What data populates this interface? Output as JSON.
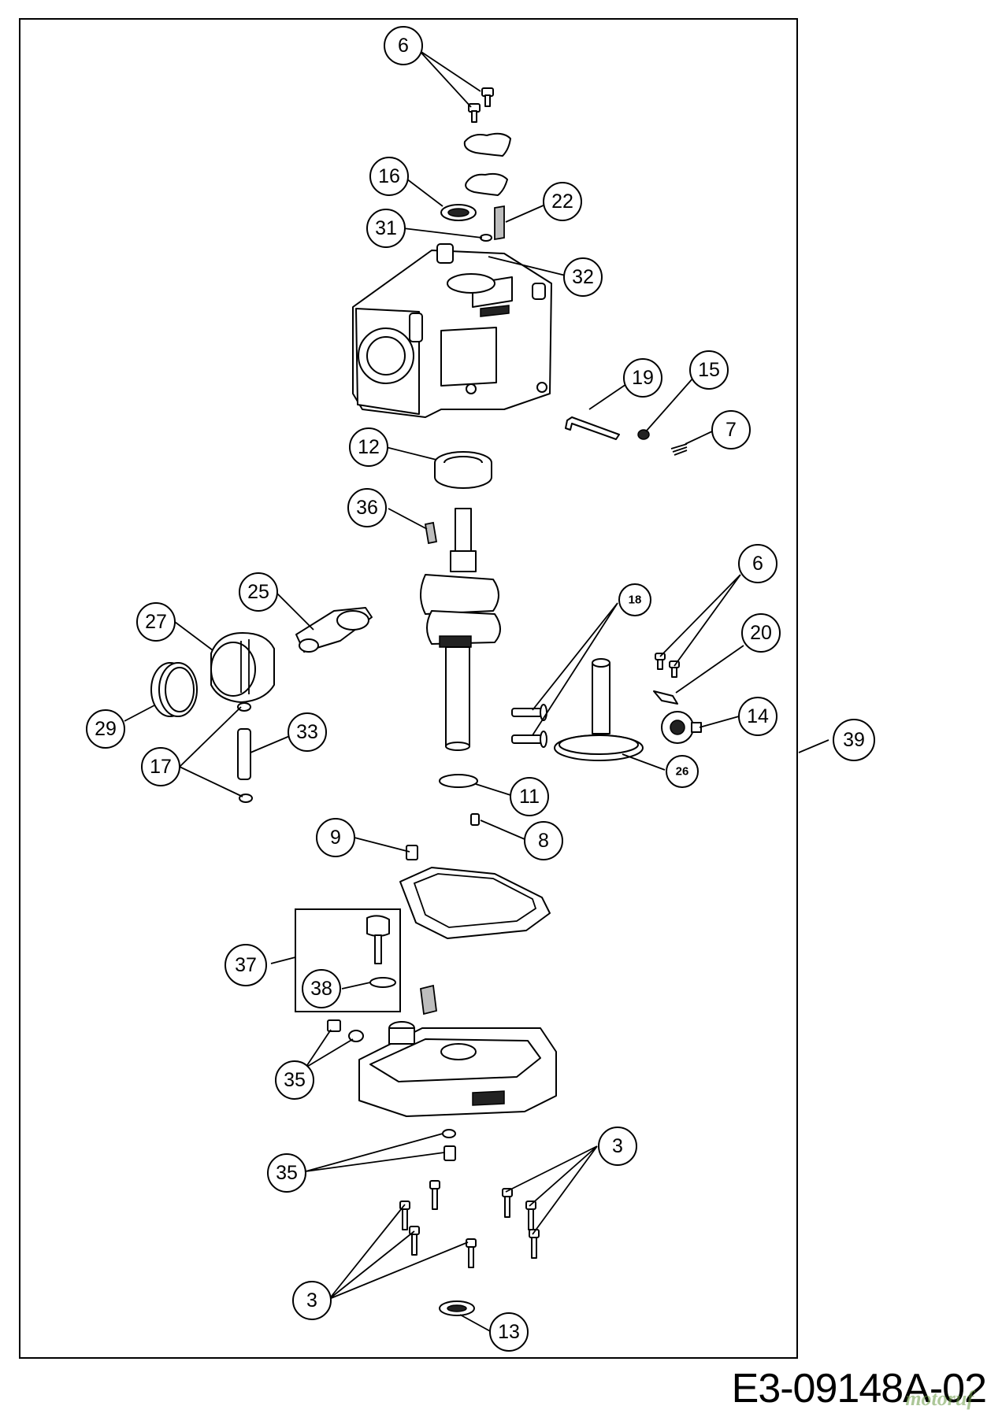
{
  "drawing_code": "E3-09148A-02",
  "watermark": "motoruf",
  "callouts": {
    "c6a": "6",
    "c16": "16",
    "c22": "22",
    "c31": "31",
    "c32": "32",
    "c19": "19",
    "c15": "15",
    "c7": "7",
    "c12": "12",
    "c36": "36",
    "c25": "25",
    "c27": "27",
    "c29": "29",
    "c33": "33",
    "c17": "17",
    "c18": "18",
    "c6b": "6",
    "c20": "20",
    "c14": "14",
    "c26": "26",
    "c39": "39",
    "c11": "11",
    "c8": "8",
    "c9": "9",
    "c37": "37",
    "c38": "38",
    "c35a": "35",
    "c35b": "35",
    "c3a": "3",
    "c3b": "3",
    "c13": "13"
  }
}
